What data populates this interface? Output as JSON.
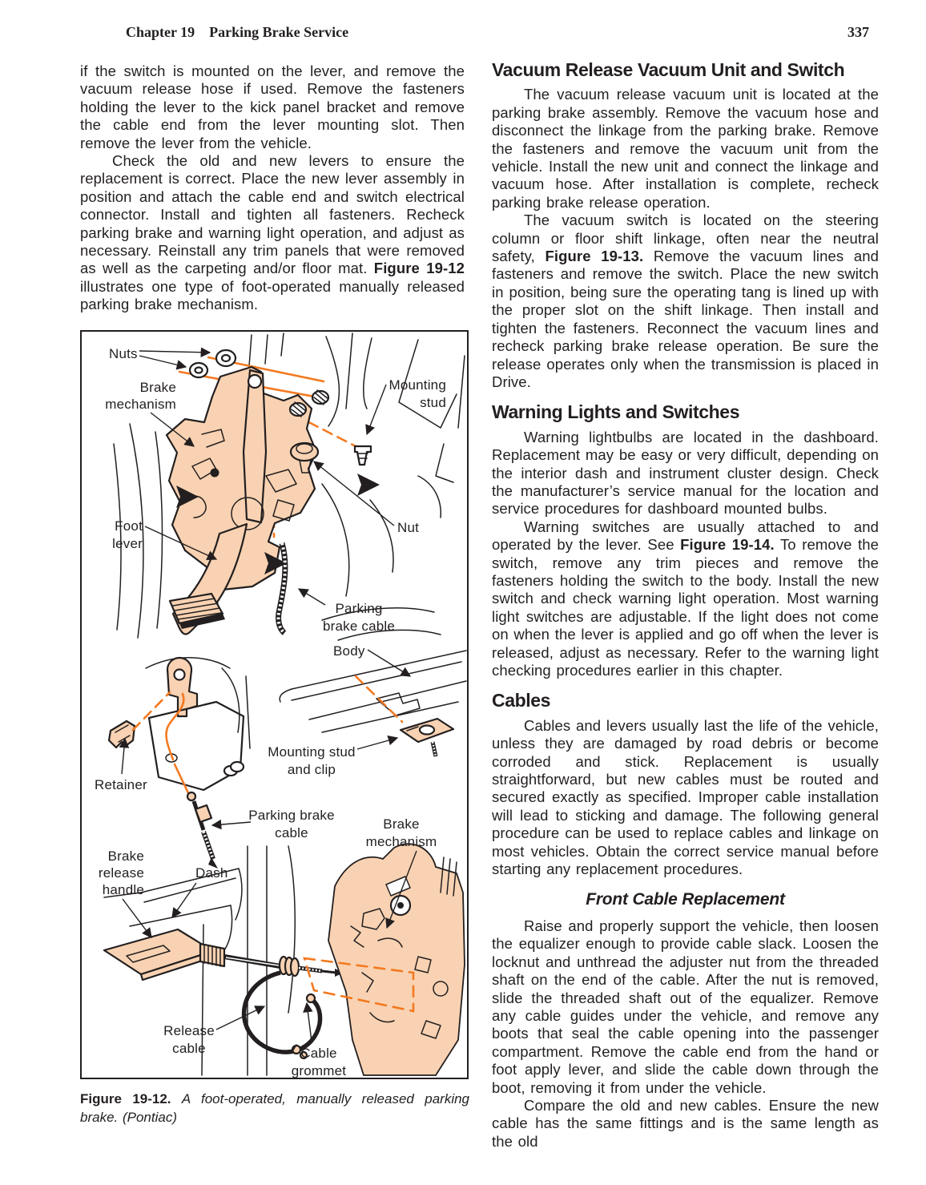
{
  "header": {
    "chapter": "Chapter 19",
    "title": "Parking Brake Service",
    "page_number": "337"
  },
  "left_column": {
    "p1": "if the switch is mounted on the lever, and remove the vacuum release hose if used. Remove the fasteners holding the lever to the kick panel bracket and remove the cable end from the lever mounting slot. Then remove the lever from the vehicle.",
    "p2": [
      {
        "t": "Check the old and new levers to ensure the replacement is correct. Place the new lever assembly in position and attach the cable end and switch electrical connector. Install and tighten all fasteners. Recheck parking brake and warning light operation, and adjust as necessary. Reinstall any trim panels that were removed as well as the carpeting and/or floor mat. "
      },
      {
        "t": "Figure 19-12",
        "b": true
      },
      {
        "t": " illustrates one type of foot-operated manually released parking brake mechanism."
      }
    ]
  },
  "right_column": {
    "h1": "Vacuum Release Vacuum Unit and Switch",
    "p1": "The vacuum release vacuum unit is located at the parking brake assembly. Remove the vacuum hose and disconnect the linkage from the parking brake. Remove the fasteners and remove the vacuum unit from the vehicle. Install the new unit and connect the linkage and vacuum hose. After installation is complete, recheck parking brake release operation.",
    "p2": [
      {
        "t": "The vacuum switch is located on the steering column or floor shift linkage, often near the neutral safety, "
      },
      {
        "t": "Figure 19-13.",
        "b": true
      },
      {
        "t": " Remove the vacuum lines and fasteners and remove the switch. Place the new switch in position, being sure the operating tang is lined up with the proper slot on the shift linkage. Then install and tighten the fasteners. Reconnect the vacuum lines and recheck parking brake release operation. Be sure the release operates only when the transmission is placed in Drive."
      }
    ],
    "h2": "Warning Lights and Switches",
    "p3": "Warning lightbulbs are located in the dashboard. Replacement may be easy or very difficult, depending on the interior dash and instrument cluster design. Check the manufacturer’s service manual for the location and service procedures for dashboard mounted bulbs.",
    "p4": [
      {
        "t": "Warning switches are usually attached to and operated by the lever. See "
      },
      {
        "t": "Figure 19-14.",
        "b": true
      },
      {
        "t": " To remove the switch, remove any trim pieces and remove the fasteners holding the switch to the body. Install the new switch and check warning light operation. Most warning light switches are adjustable. If the light does not come on when the lever is applied and go off when the lever is released, adjust as necessary. Refer to the warning light checking procedures earlier in this chapter."
      }
    ],
    "h3": "Cables",
    "p5": "Cables and levers usually last the life of the vehicle, unless they are damaged by road debris or become corroded and stick. Replacement is usually straightforward, but new cables must be routed and secured exactly as specified. Improper cable installation will lead to sticking and damage. The following general procedure can be used to replace cables and linkage on most vehicles. Obtain the correct service manual before starting any replacement procedures.",
    "h4": "Front Cable Replacement",
    "p6": "Raise and properly support the vehicle, then loosen the equalizer enough to provide cable slack. Loosen the locknut and unthread the adjuster nut from the threaded shaft on the end of the cable. After the nut is removed, slide the threaded shaft out of the equalizer. Remove any cable guides under the vehicle, and remove any boots that seal the cable opening into the passenger compartment. Remove the cable end from the hand or foot apply lever, and slide the cable down through the boot, removing it from under the vehicle.",
    "p7": "Compare the old and new cables. Ensure the new cable has the same fittings and is the same length as the old"
  },
  "figure": {
    "labels": {
      "nuts": [
        "Nuts"
      ],
      "brake_mechanism": [
        "Brake",
        "mechanism"
      ],
      "mounting_stud": [
        "Mounting",
        "stud"
      ],
      "foot_lever": [
        "Foot",
        "lever"
      ],
      "nut": [
        "Nut"
      ],
      "parking_brake_cable": [
        "Parking",
        "brake cable"
      ],
      "body": [
        "Body"
      ],
      "mounting_stud_and_clip": [
        "Mounting stud",
        "and clip"
      ],
      "retainer": [
        "Retainer"
      ],
      "parking_brake_cable_2": [
        "Parking brake",
        "cable"
      ],
      "brake_mechanism_2": [
        "Brake",
        "mechanism"
      ],
      "brake_release_handle": [
        "Brake",
        "release",
        "handle"
      ],
      "dash": [
        "Dash"
      ],
      "release_cable": [
        "Release",
        "cable"
      ],
      "cable_grommet": [
        "Cable",
        "grommet"
      ]
    },
    "caption": [
      {
        "t": "Figure 19-12. ",
        "b": true
      },
      {
        "t": "A foot-operated, manually released parking brake. (Pontiac)",
        "i": true
      }
    ],
    "colors": {
      "mechanism_fill": "#f8d2b2",
      "accent_orange": "#f47920",
      "line": "#231f20"
    }
  }
}
